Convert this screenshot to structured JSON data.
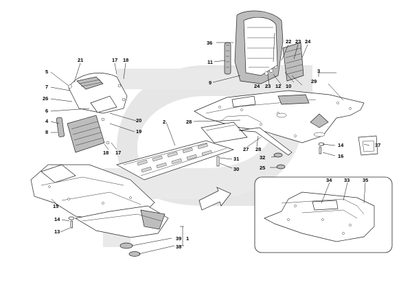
{
  "callouts": {
    "c1": "1",
    "c2": "2",
    "c3": "3",
    "c4": "4",
    "c5": "5",
    "c6": "6",
    "c7": "7",
    "c8": "8",
    "c9": "9",
    "c10": "10",
    "c11": "11",
    "c12": "12",
    "c13": "13",
    "c14a": "14",
    "c14b": "14",
    "c15": "15",
    "c16": "16",
    "c17a": "17",
    "c17b": "17",
    "c18a": "18",
    "c18b": "18",
    "c19": "19",
    "c20": "20",
    "c21": "21",
    "c22": "22",
    "c23a": "23",
    "c23b": "23",
    "c24a": "24",
    "c24b": "24",
    "c25": "25",
    "c26": "26",
    "c27": "27",
    "c28a": "28",
    "c28b": "28",
    "c29": "29",
    "c30": "30",
    "c31": "31",
    "c32": "32",
    "c33": "33",
    "c34": "34",
    "c35": "35",
    "c36": "36",
    "c37": "37",
    "c38": "38",
    "c39": "39"
  },
  "colors": {
    "watermark": "#e6e6e6",
    "line": "#222222",
    "panel_fill": "#ffffff",
    "dark_part": "#bdbdbd"
  }
}
